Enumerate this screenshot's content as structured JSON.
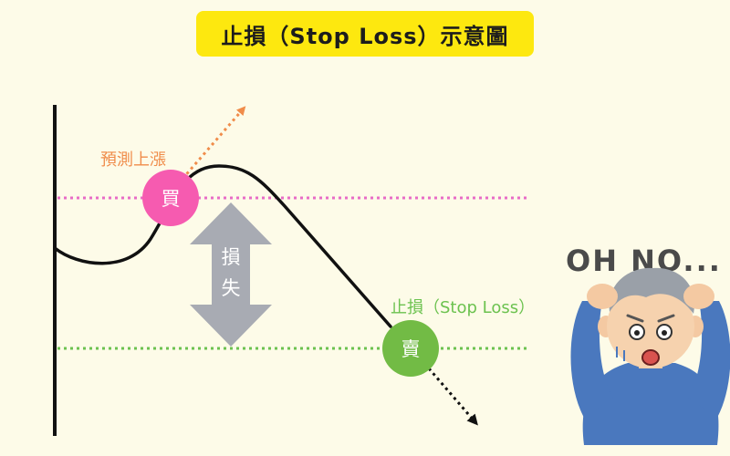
{
  "title": "止損（Stop Loss）示意圖",
  "labels": {
    "predicted_rise": "預測上漲",
    "stop_loss": "止損（Stop Loss）",
    "loss_line1": "損",
    "loss_line2": "失",
    "buy": "買",
    "sell": "賣",
    "exclamation": "OH NO..."
  },
  "colors": {
    "background": "#fdfbe8",
    "title_bg": "#fde80f",
    "buy_circle": "#f65bb0",
    "sell_circle": "#72bb45",
    "buy_line": "#e86cc6",
    "stop_line": "#6cc24f",
    "predict_arrow": "#f08c4a",
    "loss_arrow": "#a8abb3",
    "price_curve": "#111111"
  },
  "icons": {
    "character": "worried-man-holding-head-illustration"
  }
}
